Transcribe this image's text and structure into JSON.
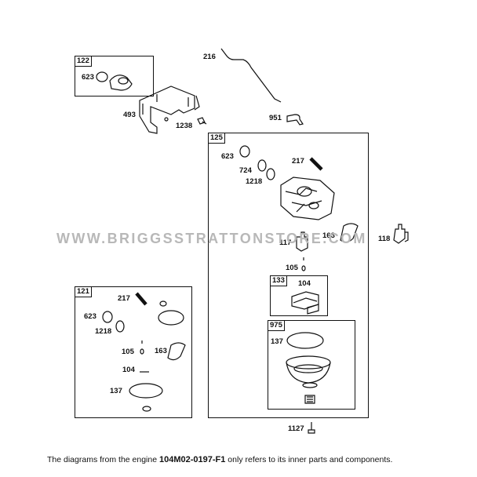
{
  "watermark": "WWW.BRIGGSSTRATTONSTORE.COM",
  "footer": {
    "prefix": "The diagrams from the engine ",
    "engine_code": "104M02-0197-F1",
    "suffix": " only refers to its inner parts and components."
  },
  "groups": {
    "g122": "122",
    "g125": "125",
    "g121": "121",
    "g133": "133",
    "g975": "975"
  },
  "parts": {
    "p216": "216",
    "p623a": "623",
    "p493": "493",
    "p1238": "1238",
    "p951": "951",
    "p623b": "623",
    "p217a": "217",
    "p724": "724",
    "p1218a": "1218",
    "p163a": "163",
    "p118": "118",
    "p117": "117",
    "p105a": "105",
    "p104a": "104",
    "p137a": "137",
    "p1127": "1127",
    "p217b": "217",
    "p623c": "623",
    "p1218b": "1218",
    "p105b": "105",
    "p163b": "163",
    "p104b": "104",
    "p137b": "137"
  },
  "colors": {
    "line": "#111111",
    "watermark": "#b8b8b8"
  }
}
